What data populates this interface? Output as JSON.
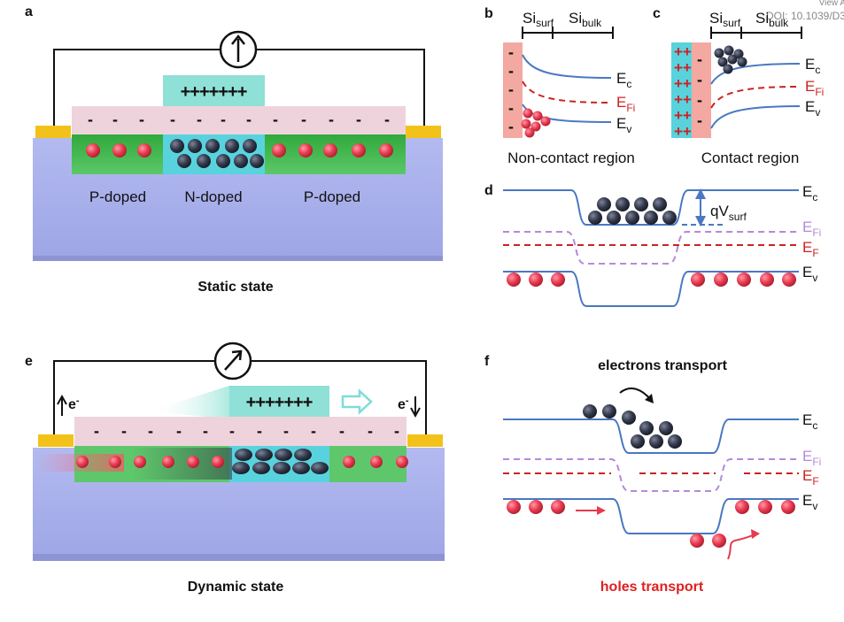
{
  "header_note": {
    "line1": "View A",
    "line2": "DOI: 10.1039/D3"
  },
  "panel_letters": {
    "a": "a",
    "b": "b",
    "c": "c",
    "d": "d",
    "e": "e",
    "f": "f"
  },
  "panel_a": {
    "top_plus": "+++++++",
    "minus": "-",
    "p_left": "P-doped",
    "n_mid": "N-doped",
    "p_right": "P-doped",
    "caption": "Static state"
  },
  "panel_b": {
    "si_surf_base": "Si",
    "si_surf_sub": "surf",
    "si_bulk_base": "Si",
    "si_bulk_sub": "bulk",
    "ec_base": "E",
    "ec_sub": "c",
    "efi_base": "E",
    "efi_sub": "Fi",
    "ev_base": "E",
    "ev_sub": "v",
    "caption": "Non-contact region"
  },
  "panel_c": {
    "si_surf_base": "Si",
    "si_surf_sub": "surf",
    "si_bulk_base": "Si",
    "si_bulk_sub": "bulk",
    "ec_base": "E",
    "ec_sub": "c",
    "efi_base": "E",
    "efi_sub": "Fi",
    "ev_base": "E",
    "ev_sub": "v",
    "caption": "Contact region"
  },
  "panel_d": {
    "ec_base": "E",
    "ec_sub": "c",
    "qv_base": "qV",
    "qv_sub": "surf",
    "efi_base": "E",
    "efi_sub": "Fi",
    "ef_base": "E",
    "ef_sub": "F",
    "ev_base": "E",
    "ev_sub": "v"
  },
  "panel_e": {
    "top_plus": "+++++++",
    "minus": "-",
    "e_left_base": "e",
    "e_left_sup": "-",
    "e_right_base": "e",
    "e_right_sup": "-",
    "caption": "Dynamic state"
  },
  "panel_f": {
    "title_top": "electrons transport",
    "ec_base": "E",
    "ec_sub": "c",
    "efi_base": "E",
    "efi_sub": "Fi",
    "ef_base": "E",
    "ef_sub": "F",
    "ev_base": "E",
    "ev_sub": "v",
    "title_bottom": "holes transport"
  },
  "colors": {
    "band_blue": "#4a78c2",
    "fermi_red": "#cc2222",
    "intrinsic_purple": "#b48ad8",
    "substrate": "#a9b1ec",
    "oxide_pink": "#efd3dc",
    "channel_green": "#3cae3c",
    "n_region_cyan": "#58d3de",
    "contact_gold": "#f3c21a",
    "hole_red": "#e9394f",
    "electron_dark": "#343a4c",
    "holes_title": "#e02020"
  }
}
